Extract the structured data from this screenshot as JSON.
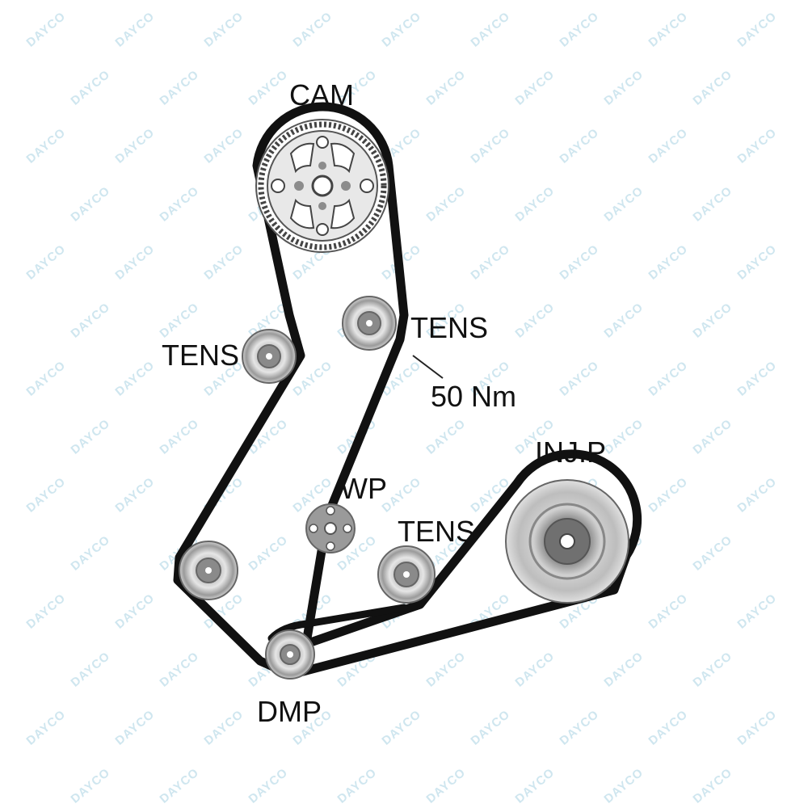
{
  "colors": {
    "belt": "#111111",
    "pulley_light": "#d9d9d9",
    "pulley_mid": "#9c9c9c",
    "pulley_dark": "#5a5a5a",
    "watermark": "#cfe6ef"
  },
  "watermark": {
    "text": "DAYCO"
  },
  "labels": {
    "cam": "CAM",
    "tens_upper_right": "TENS",
    "tens_left": "TENS",
    "torque": "50 Nm",
    "inj_p": "INJ.P",
    "wp": "WP",
    "tens_lower": "TENS",
    "dmp": "DMP"
  }
}
